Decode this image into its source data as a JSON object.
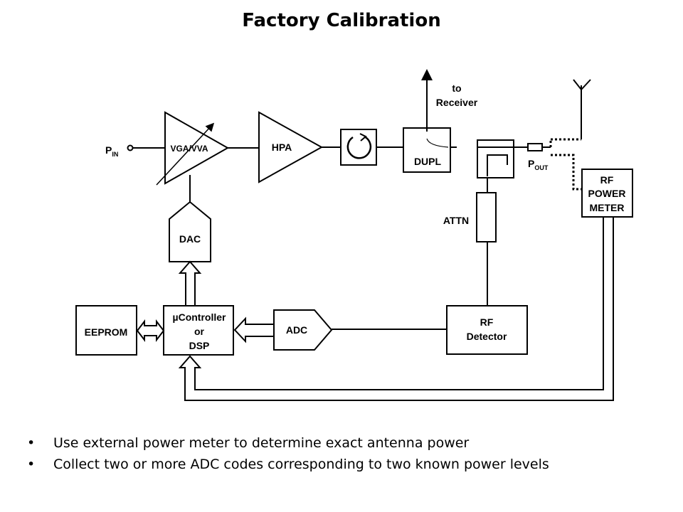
{
  "title": "Factory Calibration",
  "diagram": {
    "pin": {
      "main": "P",
      "sub": "IN"
    },
    "vga": "VGA/VVA",
    "hpa": "HPA",
    "dupl": "DUPL",
    "to_receiver": [
      "to",
      "Receiver"
    ],
    "pout": {
      "main": "P",
      "sub": "OUT"
    },
    "rf_power_meter": [
      "RF",
      "POWER",
      "METER"
    ],
    "attn": "ATTN",
    "dac": "DAC",
    "controller": [
      "µController",
      "or",
      "DSP"
    ],
    "eeprom": "EEPROM",
    "adc": "ADC",
    "rf_detector": [
      "RF",
      "Detector"
    ]
  },
  "bullets": [
    "Use external power meter to determine exact antenna power",
    "Collect two or more ADC codes corresponding to two known power levels"
  ]
}
